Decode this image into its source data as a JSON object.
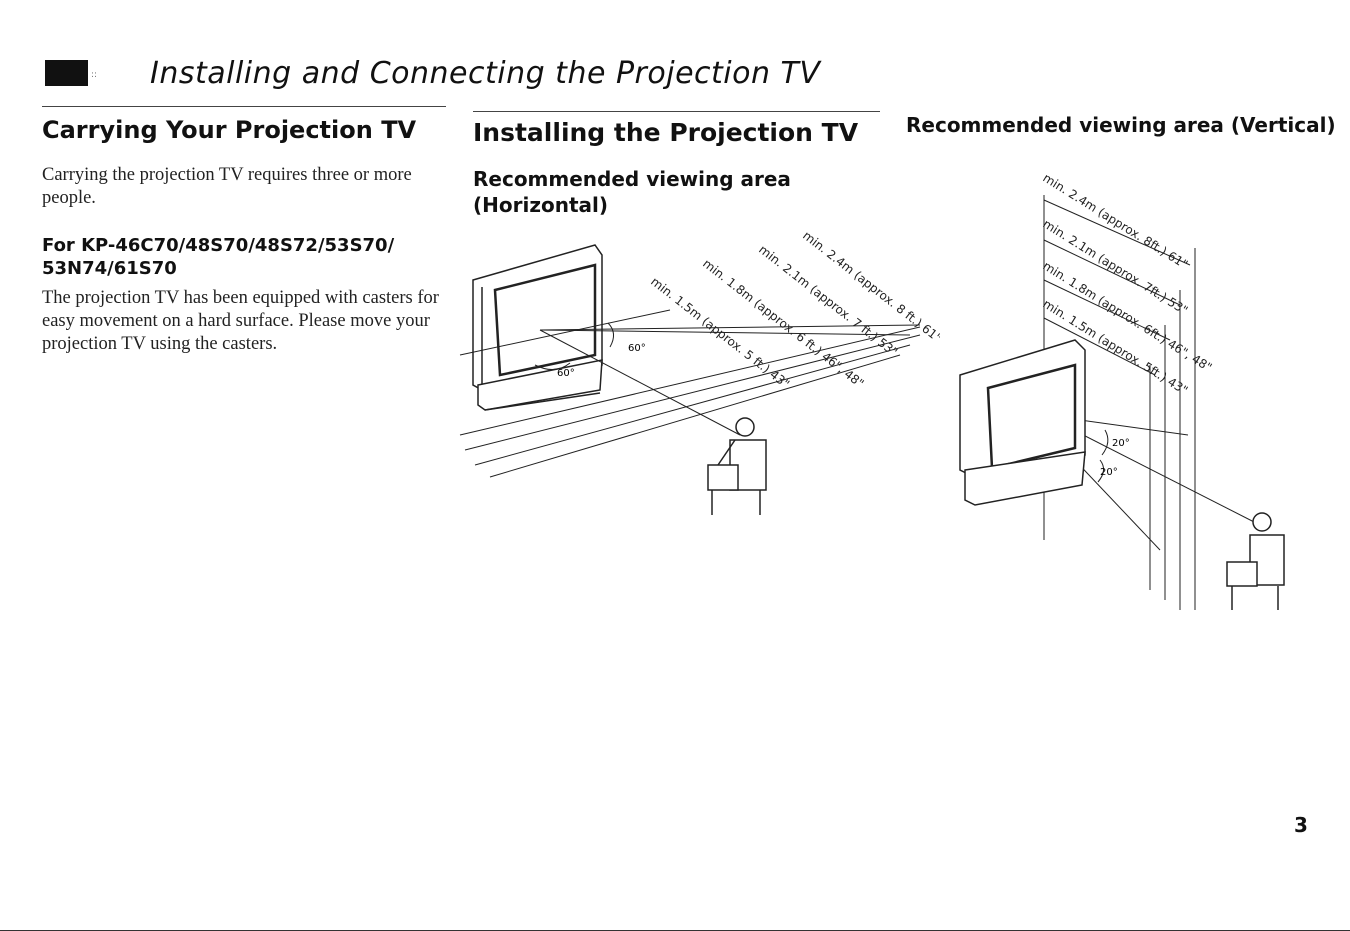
{
  "header": {
    "title": "Installing and Connecting the Projection TV"
  },
  "carrying": {
    "title": "Carrying Your Projection TV",
    "intro": "Carrying the projection TV requires three or more people.",
    "model_heading": "For KP-46C70/48S70/48S72/53S70/ 53N74/61S70",
    "model_text": "The projection TV has been equipped with casters for easy movement on a hard surface. Please move your projection TV using the casters."
  },
  "installing": {
    "title": "Installing the Projection TV",
    "horizontal": {
      "heading": "Recommended viewing area (Horizontal)",
      "angle_inner": "60°",
      "angle_outer": "60°",
      "labels": [
        "min. 2.4m (approx. 8 ft.) 61\"",
        "min. 2.1m (approx. 7 ft.) 53\"",
        "min. 1.8m (approx. 6 ft.) 46\", 48\"",
        "min. 1.5m (approx. 5 ft.) 43\""
      ]
    },
    "vertical": {
      "heading": "Recommended viewing area (Vertical)",
      "angle_top": "20°",
      "angle_bottom": "20°",
      "labels": [
        "min. 2.4m (approx. 8ft.) 61\"",
        "min. 2.1m (approx. 7ft.) 53\"",
        "min. 1.8m (approx. 6ft.) 46\", 48\"",
        "min. 1.5m (approx. 5ft.) 43\""
      ]
    }
  },
  "footer": {
    "page_number": "3"
  }
}
